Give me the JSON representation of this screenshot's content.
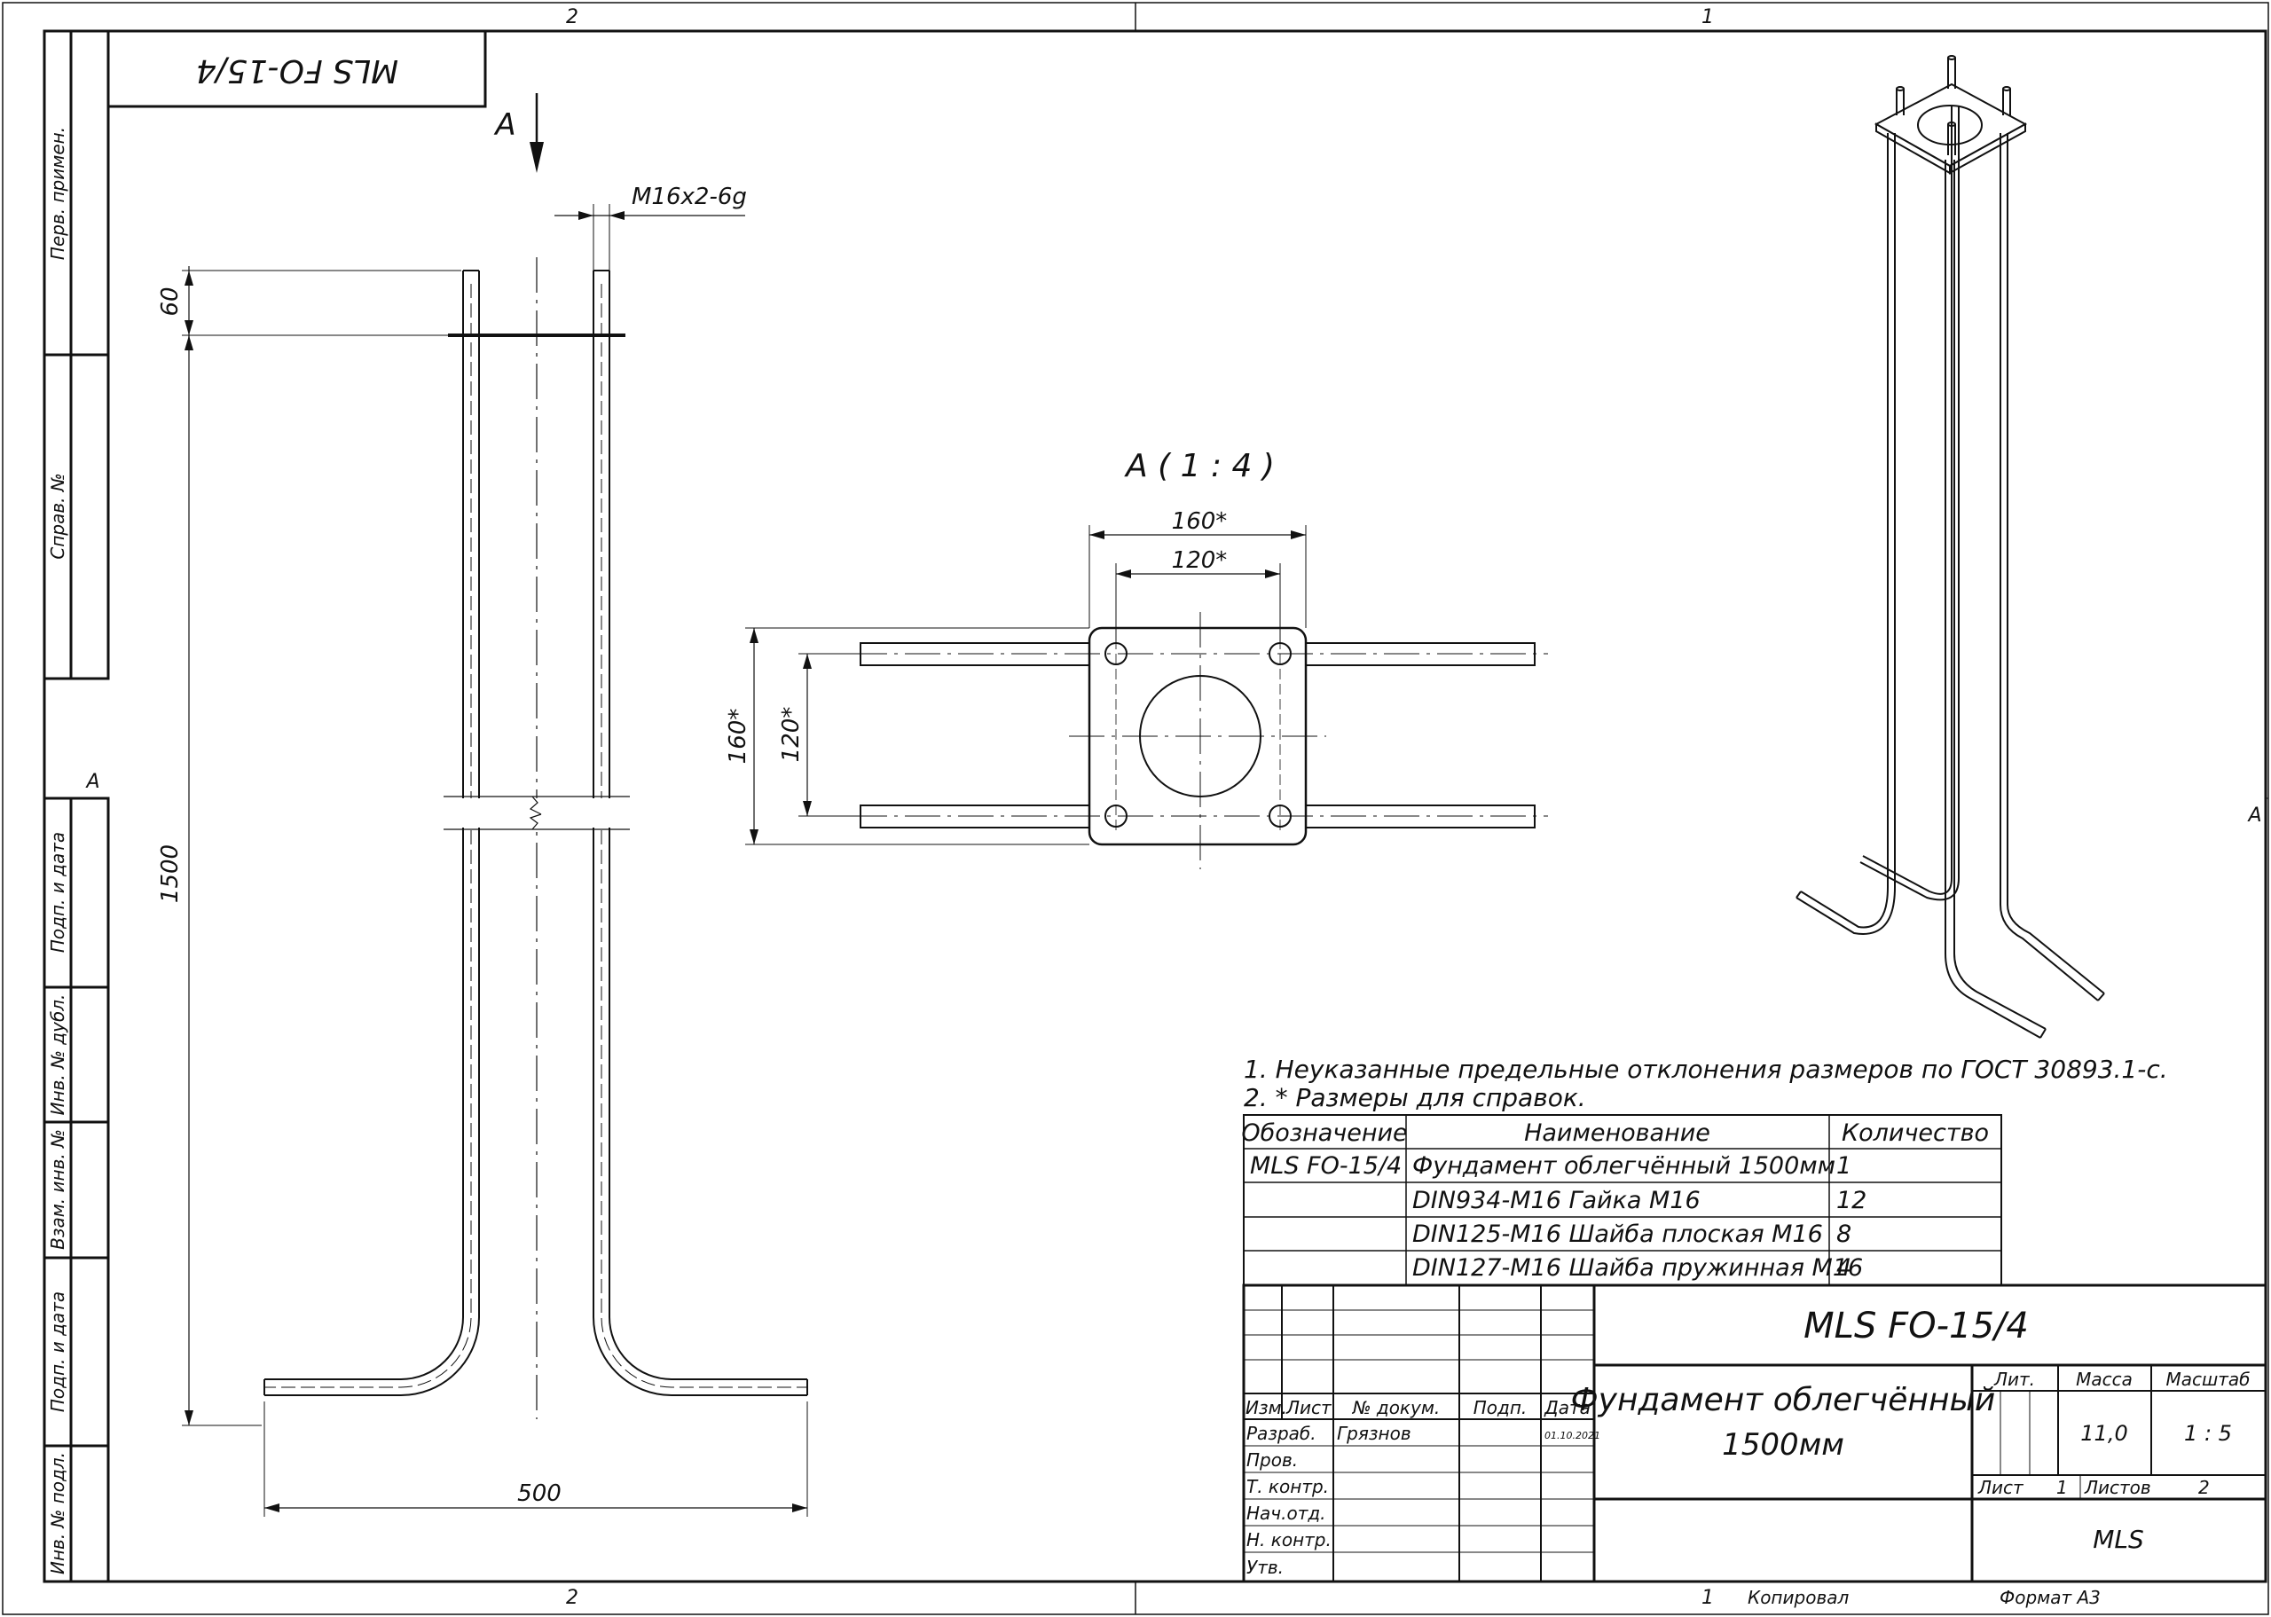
{
  "frame": {
    "zone_top_left": "2",
    "zone_top_right": "1",
    "zone_bottom_left": "2",
    "zone_bottom_right": "1",
    "zone_side_right": "A",
    "zone_side_left": "A",
    "left_strip": {
      "perv_primen": "Перв. примен.",
      "sprav_no": "Справ. №",
      "podp_data_1": "Подп. и дата",
      "inv_dubl": "Инв. № дубл.",
      "vzam_inv": "Взам. инв. №",
      "podp_data_2": "Подп. и дата",
      "inv_podl": "Инв. № подл."
    },
    "mirrored_code": "MLS FO-15/4",
    "copied_label": "Копировал",
    "format_label": "Формат А3"
  },
  "side_view": {
    "view_letter": "A",
    "thread": "M16x2-6g",
    "dim_60": "60",
    "dim_1500": "1500",
    "dim_500": "500"
  },
  "plan_view": {
    "title": "А ( 1 : 4 )",
    "dim_160_h": "160*",
    "dim_120_h": "120*",
    "dim_160_v": "160*",
    "dim_120_v": "120*"
  },
  "notes": [
    "1.   Неуказанные предельные отклонения размеров по ГОСТ 30893.1-с.",
    "2.   * Размеры для справок."
  ],
  "spec_table": {
    "headers": [
      "Обозначение",
      "Наименование",
      "Количество"
    ],
    "rows": [
      {
        "code": "MLS FO-15/4",
        "name": "Фундамент облегчённый 1500мм",
        "qty": "1"
      },
      {
        "code": "",
        "name": "DIN934-M16 Гайка М16",
        "qty": "12"
      },
      {
        "code": "",
        "name": "DIN125-M16 Шайба плоская М16",
        "qty": "8"
      },
      {
        "code": "",
        "name": "DIN127-M16 Шайба пружинная М16",
        "qty": "4"
      }
    ]
  },
  "title_block": {
    "designation": "MLS FO-15/4",
    "name_line1": "Фундамент облегчённый",
    "name_line2": "1500мм",
    "col_izm": "Изм.",
    "col_list": "Лист",
    "col_docum": "№ докум.",
    "col_podp": "Подп.",
    "col_data": "Дата",
    "razrab_label": "Разраб.",
    "razrab_name": "Грязнов",
    "razrab_date": "01.10.2021",
    "prov_label": "Пров.",
    "tkontr_label": "Т. контр.",
    "nachotd_label": "Нач.отд.",
    "nkontr_label": "Н. контр.",
    "utv_label": "Утв.",
    "lit_label": "Лит.",
    "massa_label": "Масса",
    "masshtab_label": "Масштаб",
    "massa_value": "11,0",
    "masshtab_value": "1 : 5",
    "list_label": "Лист",
    "list_value": "1",
    "listov_label": "Листов",
    "listov_value": "2",
    "org": "MLS"
  }
}
